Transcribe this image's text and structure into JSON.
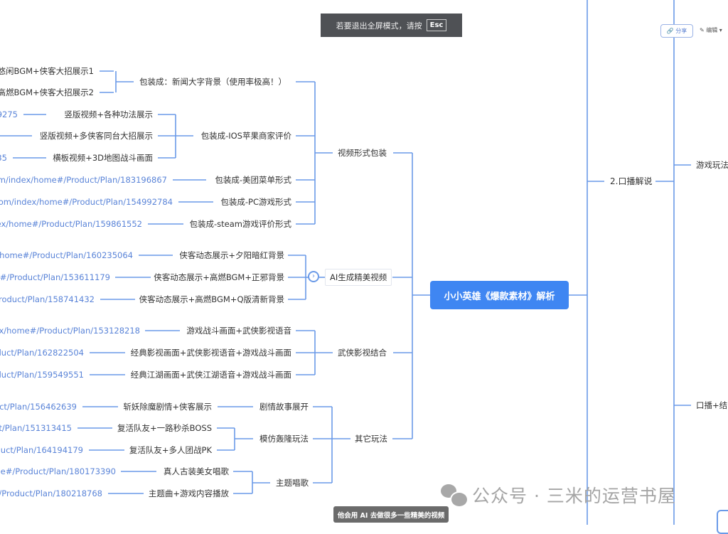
{
  "fullscreen_toast": {
    "text": "若要退出全屏模式，请按",
    "key": "Esc"
  },
  "toolbar": {
    "share": "分享",
    "edit": "编辑"
  },
  "root": {
    "label": "小小英雄《爆款素材》解析"
  },
  "right_branch": {
    "label": "2.口播解说",
    "children": [
      "游戏玩法",
      "口播+结"
    ]
  },
  "video_packaging": {
    "label": "视频形式包装",
    "news": {
      "label": "包装成：新闻大字背景（使用率极高！）",
      "leaves": [
        "悠闲BGM+侠客大招展示1",
        "高燃BGM+侠客大招展示2"
      ]
    },
    "ios": {
      "label": "包装成-IOS苹果商家评价",
      "leaves": [
        {
          "text": "竖版视频+各种功法展示",
          "url": "9275"
        },
        {
          "text": "竖版视频+多侠客同台大招展示"
        },
        {
          "text": "横板视频+3D地图战斗画面",
          "url": "35"
        }
      ]
    },
    "meituan": {
      "label": "包装成-美团菜单形式",
      "url": "om/index/home#/Product/Plan/183196867"
    },
    "pc": {
      "label": "包装成-PC游戏形式",
      "url": "com/index/home#/Product/Plan/154992784"
    },
    "steam": {
      "label": "包装成-steam游戏评价形式",
      "url": "dex/home#/Product/Plan/159861552"
    }
  },
  "ai_video": {
    "label": "AI生成精美视频",
    "leaves": [
      {
        "text": "侠客动态展示+夕阳暗红背景",
        "url": "/home#/Product/Plan/160235064"
      },
      {
        "text": "侠客动态展示+高燃BGM+正邪背景",
        "url": "e#/Product/Plan/153611179"
      },
      {
        "text": "侠客动态展示+高燃BGM+Q版清新背景",
        "url": "Product/Plan/158741432"
      }
    ]
  },
  "wuxia": {
    "label": "武侠影视结合",
    "leaves": [
      {
        "text": "游戏战斗画面+武侠影视语音",
        "url": "ex/home#/Product/Plan/153128218"
      },
      {
        "text": "经典影视画面+武侠影视语音+游戏战斗画面",
        "url": "duct/Plan/162822504"
      },
      {
        "text": "经典江湖画面+武侠江湖语音+游戏战斗画面",
        "url": "duct/Plan/159549551"
      }
    ]
  },
  "other": {
    "label": "其它玩法",
    "story": {
      "label": "剧情故事展开",
      "leaves": [
        {
          "text": "斩妖除魔剧情+侠客展示",
          "url": "uct/Plan/156462639"
        }
      ]
    },
    "imitate": {
      "label": "模仿轰隆玩法",
      "leaves": [
        {
          "text": "复活队友+一路秒杀BOSS",
          "url": "ct/Plan/151313415"
        },
        {
          "text": "复活队友+多人团战PK",
          "url": "duct/Plan/164194179"
        }
      ]
    },
    "song": {
      "label": "主题唱歌",
      "leaves": [
        {
          "text": "真人古装美女唱歌",
          "url": "me#/Product/Plan/180173390"
        },
        {
          "text": "主题曲+游戏内容播放",
          "url": "#/Product/Plan/180218768"
        }
      ]
    }
  },
  "watermark": "公众号 · 三米的运营书屋",
  "subtitle": "他会用 AI 去做很多一些精美的视频",
  "colors": {
    "accent": "#3f86f2",
    "line": "#6a9ae8",
    "url": "#5a84d8"
  }
}
